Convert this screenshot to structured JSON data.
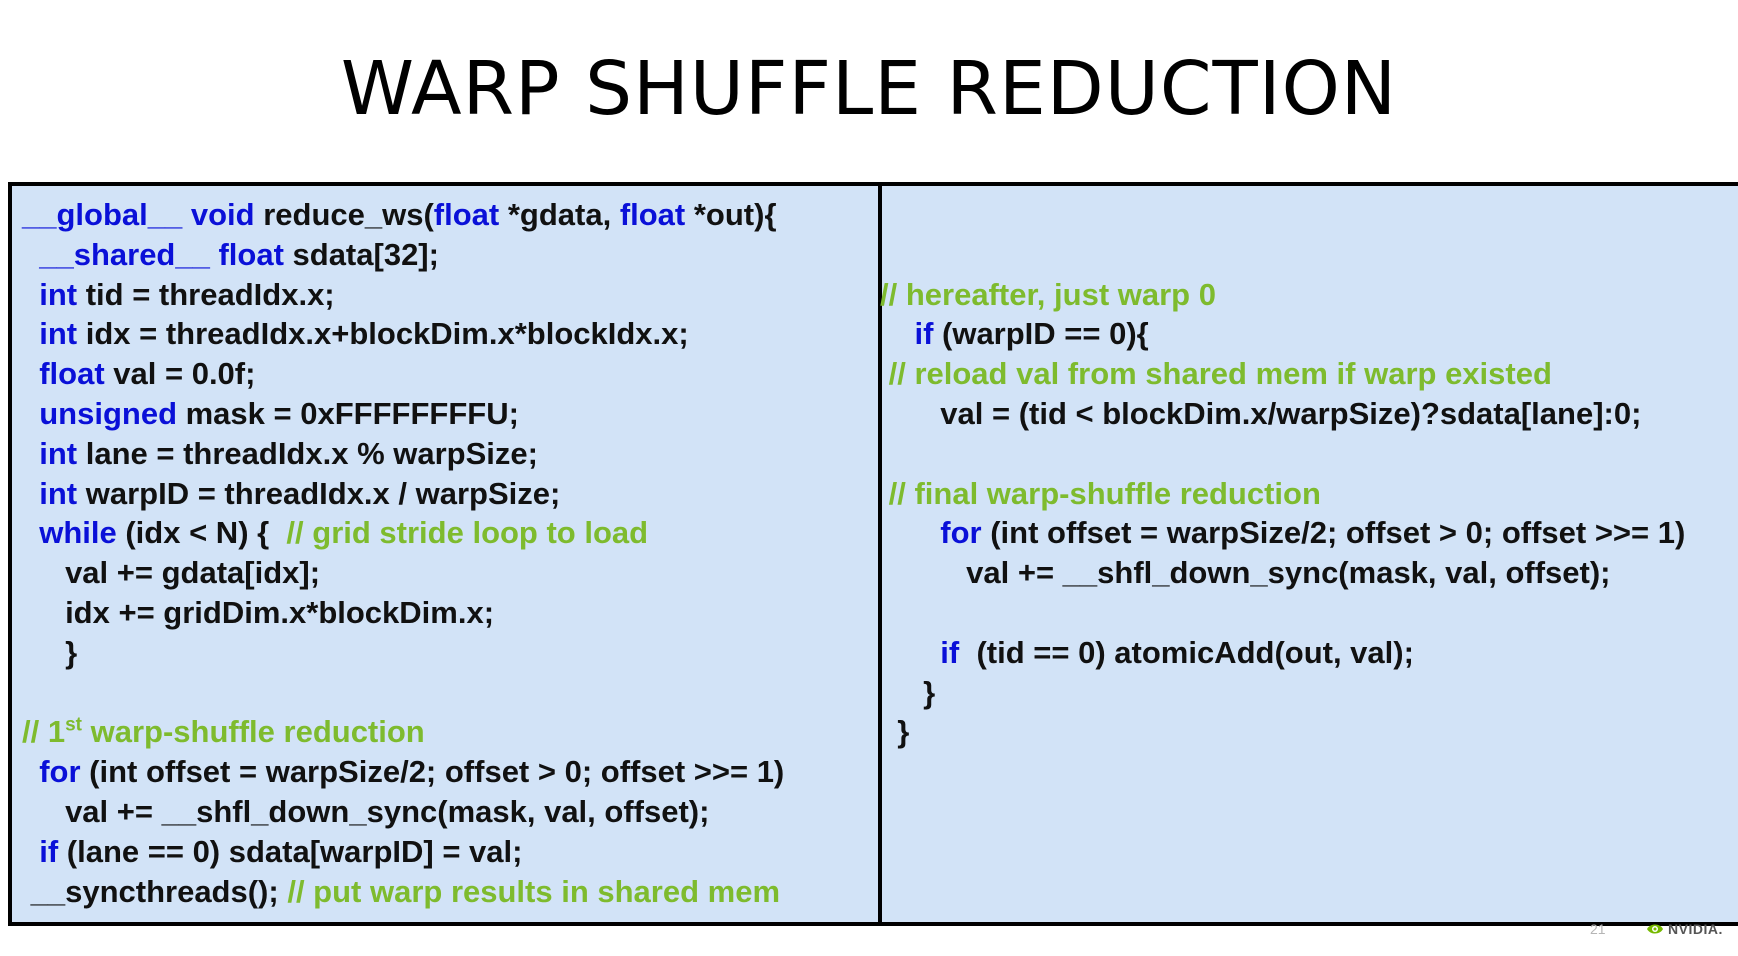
{
  "title": "WARP SHUFFLE REDUCTION",
  "left_code": [
    [
      {
        "t": "__global__ void ",
        "c": "kw"
      },
      {
        "t": "reduce_ws(",
        "c": "tx"
      },
      {
        "t": "float",
        "c": "kw"
      },
      {
        "t": " *gdata, ",
        "c": "tx"
      },
      {
        "t": "float",
        "c": "kw"
      },
      {
        "t": " *out){",
        "c": "tx"
      }
    ],
    [
      {
        "t": "  __shared__ float",
        "c": "kw"
      },
      {
        "t": " sdata[32];",
        "c": "tx"
      }
    ],
    [
      {
        "t": "  int",
        "c": "kw"
      },
      {
        "t": " tid = threadIdx.x;",
        "c": "tx"
      }
    ],
    [
      {
        "t": "  int",
        "c": "kw"
      },
      {
        "t": " idx = threadIdx.x+blockDim.x*blockIdx.x;",
        "c": "tx"
      }
    ],
    [
      {
        "t": "  float",
        "c": "kw"
      },
      {
        "t": " val = 0.0f;",
        "c": "tx"
      }
    ],
    [
      {
        "t": "  unsigned",
        "c": "kw"
      },
      {
        "t": " mask = 0xFFFFFFFFU;",
        "c": "tx"
      }
    ],
    [
      {
        "t": "  int",
        "c": "kw"
      },
      {
        "t": " lane = threadIdx.x % warpSize;",
        "c": "tx"
      }
    ],
    [
      {
        "t": "  int",
        "c": "kw"
      },
      {
        "t": " warpID = threadIdx.x / warpSize;",
        "c": "tx"
      }
    ],
    [
      {
        "t": "  while",
        "c": "kw"
      },
      {
        "t": " (idx < N) {  ",
        "c": "tx"
      },
      {
        "t": "// grid stride loop to load",
        "c": "cm"
      }
    ],
    [
      {
        "t": "     val += gdata[idx];",
        "c": "tx"
      }
    ],
    [
      {
        "t": "     idx += gridDim.x*blockDim.x;",
        "c": "tx"
      }
    ],
    [
      {
        "t": "     }",
        "c": "tx"
      }
    ],
    [],
    [
      {
        "t": "// 1",
        "c": "cm"
      },
      {
        "t": "st",
        "c": "cm sup"
      },
      {
        "t": " warp-shuffle reduction",
        "c": "cm"
      }
    ],
    [
      {
        "t": "  for",
        "c": "kw"
      },
      {
        "t": " (int offset = warpSize/2; offset > 0; offset >>= 1)",
        "c": "tx"
      }
    ],
    [
      {
        "t": "     val += __shfl_down_sync(mask, val, offset);",
        "c": "tx"
      }
    ],
    [
      {
        "t": "  if",
        "c": "kw"
      },
      {
        "t": " (lane == 0) sdata[warpID] = val;",
        "c": "tx"
      }
    ],
    [
      {
        "t": " __syncthreads(); ",
        "c": "tx"
      },
      {
        "t": "// put warp results in shared mem",
        "c": "cm"
      }
    ]
  ],
  "right_code": [
    [],
    [],
    [
      {
        "t": "// hereafter, just warp 0",
        "c": "cm"
      }
    ],
    [
      {
        "t": "    if",
        "c": "kw"
      },
      {
        "t": " (warpID == 0){",
        "c": "tx"
      }
    ],
    [
      {
        "t": " // reload val from shared mem if warp existed",
        "c": "cm"
      }
    ],
    [
      {
        "t": "       val = (tid < blockDim.x/warpSize)?sdata[lane]:0;",
        "c": "tx"
      }
    ],
    [],
    [
      {
        "t": " // final warp-shuffle reduction",
        "c": "cm"
      }
    ],
    [
      {
        "t": "       for",
        "c": "kw"
      },
      {
        "t": " (int offset = warpSize/2; offset > 0; offset >>= 1)",
        "c": "tx"
      }
    ],
    [
      {
        "t": "          val += __shfl_down_sync(mask, val, offset);",
        "c": "tx"
      }
    ],
    [],
    [
      {
        "t": "       if",
        "c": "kw"
      },
      {
        "t": "  (tid == 0) atomicAdd(out, val);",
        "c": "tx"
      }
    ],
    [
      {
        "t": "     }",
        "c": "tx"
      }
    ],
    [
      {
        "t": "  }",
        "c": "tx"
      }
    ]
  ],
  "page_number": "21",
  "logo_text": "NVIDIA.",
  "colors": {
    "keyword": "#0a10d8",
    "comment": "#7ebb2e",
    "text": "#111111",
    "panel_background": "#d2e3f7",
    "border": "#000000"
  },
  "icons": {
    "logo": "nvidia-eye-logo-icon"
  }
}
